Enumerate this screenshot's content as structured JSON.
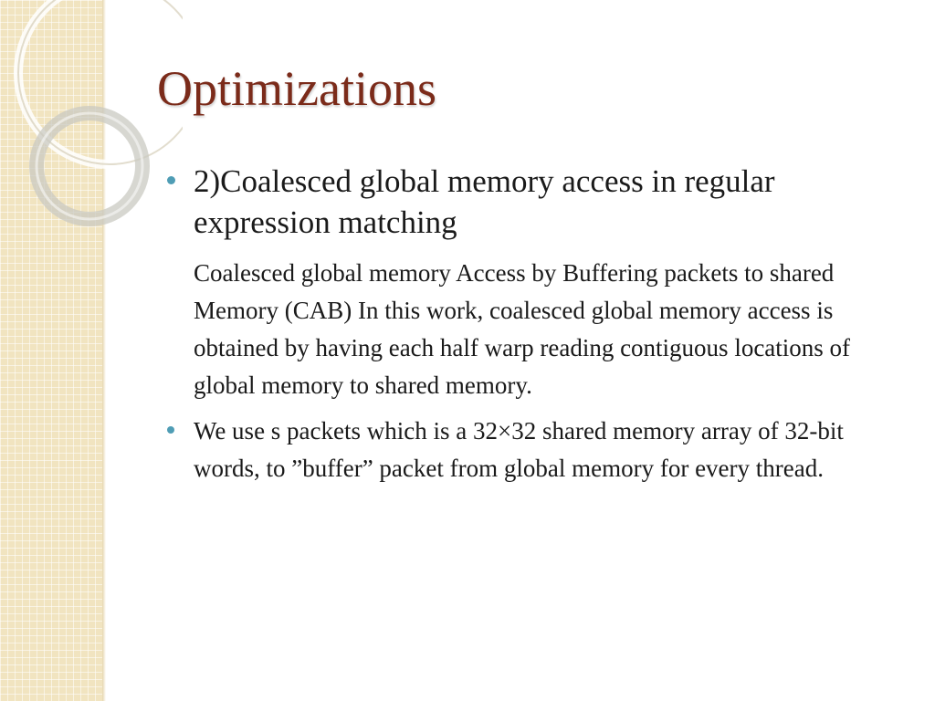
{
  "slide": {
    "title": "Optimizations",
    "bullets": [
      {
        "text": "2)Coalesced global memory access in regular expression matching",
        "detail": "Coalesced global memory Access by Buffering packets to shared Memory (CAB) In this work, coalesced global memory access is obtained by having each half warp reading contiguous locations of global memory to shared memory."
      },
      {
        "text": "We use s packets which is a 32×32 shared memory array of 32-bit words, to ”buffer” packet from global memory for every thread."
      }
    ]
  },
  "colors": {
    "title": "#7b2b1a",
    "bullet": "#4f9db5",
    "side_panel": "#f1e4c0",
    "text": "#1a1a1a"
  }
}
